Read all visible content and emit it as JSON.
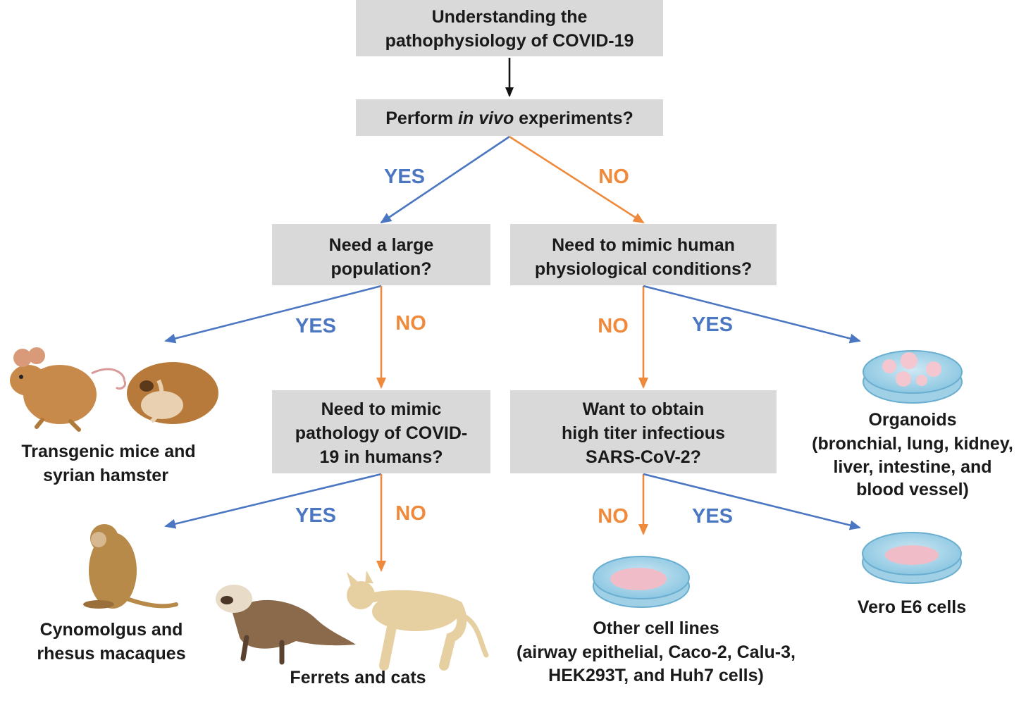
{
  "nodes": {
    "root": {
      "line1": "Understanding the",
      "line2": "pathophysiology of COVID-19"
    },
    "q1": {
      "pre": "Perform ",
      "em": "in vivo",
      "post": " experiments?"
    },
    "q2": {
      "line1": "Need a large",
      "line2": "population?"
    },
    "q3": {
      "line1": "Need to mimic human",
      "line2": "physiological conditions?"
    },
    "q4": {
      "line1": "Need to mimic",
      "line2": "pathology of COVID-",
      "line3": "19 in humans?"
    },
    "q5": {
      "line1": "Want to obtain",
      "line2": "high titer infectious",
      "line3": "SARS-CoV-2?"
    }
  },
  "edge_labels": {
    "yes": "YES",
    "no": "NO"
  },
  "outcomes": {
    "mice_hamster": {
      "line1": "Transgenic mice and",
      "line2": "syrian hamster"
    },
    "macaques": {
      "line1": "Cynomolgus and",
      "line2": "rhesus macaques"
    },
    "ferrets_cats": {
      "line1": "Ferrets and cats"
    },
    "organoids": {
      "line1": "Organoids",
      "line2": "(bronchial, lung, kidney,",
      "line3": "liver, intestine, and",
      "line4": "blood vessel)"
    },
    "vero": {
      "line1": "Vero E6 cells"
    },
    "other_cells": {
      "line1": "Other cell lines",
      "line2": "(airway epithelial, Caco-2, Calu-3,",
      "line3": "HEK293T, and Huh7 cells)"
    }
  },
  "colors": {
    "yes_branch": "#4a76c2",
    "no_branch": "#ef8a3c",
    "box_fill": "#d9d9d9"
  },
  "icons": [
    "mouse-icon",
    "hamster-icon",
    "monkey-icon",
    "ferret-icon",
    "cat-icon",
    "petri-dish-organoids-icon",
    "petri-dish-vero-icon",
    "petri-dish-cells-icon"
  ]
}
